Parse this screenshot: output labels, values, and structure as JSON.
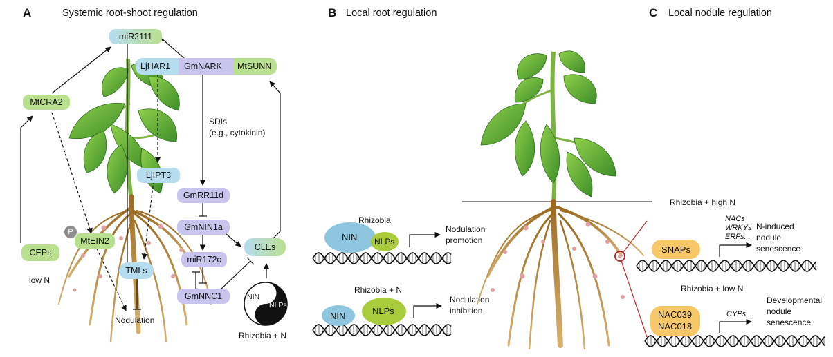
{
  "panels": {
    "a": {
      "letter": "A",
      "title": "Systemic root-shoot regulation"
    },
    "b": {
      "letter": "B",
      "title": "Local root regulation"
    },
    "c": {
      "letter": "C",
      "title": "Local nodule regulation"
    }
  },
  "systemic": {
    "mir2111": "miR2111",
    "ljhar1": "LjHAR1",
    "gmnark": "GmNARK",
    "mtsunn": "MtSUNN",
    "mtcra2": "MtCRA2",
    "sdis_line1": "SDIs",
    "sdis_line2": "(e.g., cytokinin)",
    "ljipt3": "LjIPT3",
    "gmrr11d": "GmRR11d",
    "gmnin1a": "GmNIN1a",
    "mir172c": "miR172c",
    "gmnnc1": "GmNNC1",
    "cles": "CLEs",
    "ceps": "CEPs",
    "p": "P",
    "mtein2": "MtEIN2",
    "tmls": "TMLs",
    "low_n": "low N",
    "nodulation": "Nodulation",
    "yin_nin": "NIN",
    "yin_nlps": "NLPs",
    "rhizobia_n": "Rhizobia + N"
  },
  "local_root": {
    "rhizobia": "Rhizobia",
    "nin": "NIN",
    "nlps": "NLPs",
    "promotion_line1": "Nodulation",
    "promotion_line2": "promotion",
    "rhizobia_n": "Rhizobia + N",
    "nin2": "NIN",
    "nlps2": "NLPs",
    "inhibition_line1": "Nodulation",
    "inhibition_line2": "inhibition"
  },
  "local_nodule": {
    "high_n": "Rhizobia + high N",
    "snaps": "SNAPs",
    "nacs": "NACs",
    "wrkys": "WRKYs",
    "erfs": "ERFs...",
    "n_induced_1": "N-induced",
    "n_induced_2": "nodule",
    "n_induced_3": "senescence",
    "low_n": "Rhizobia + low N",
    "nac039": "NAC039",
    "nac018": "NAC018",
    "cyps": "CYPs...",
    "dev_1": "Developmental",
    "dev_2": "nodule",
    "dev_3": "senescence"
  },
  "colors": {
    "green_box": "#b9e08e",
    "blue_box": "#b5dcef",
    "lilac_box": "#c8c4ee",
    "orange_box": "#f8c868",
    "nin_blue": "#8ec5df",
    "nlps_green": "#a9cc3c",
    "leaf": "#5aa83a",
    "stem": "#7cb342",
    "root": "#b58c3c",
    "nodule": "#e1a0a0"
  }
}
